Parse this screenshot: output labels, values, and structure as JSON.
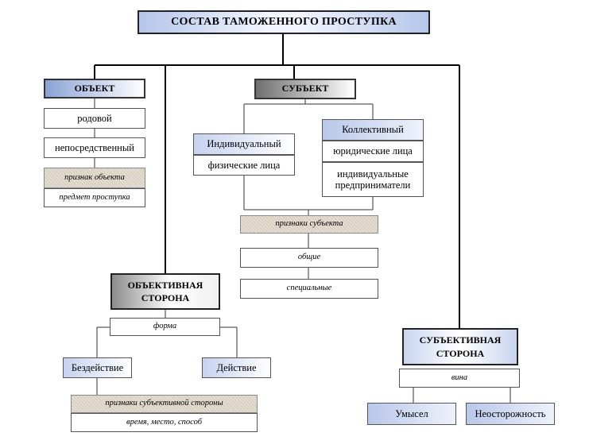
{
  "title": "СОСТАВ ТАМОЖЕННОГО ПРОСТУПКА",
  "object": {
    "header": "ОБЪЕКТ",
    "items": [
      "родовой",
      "непосредственный"
    ],
    "feature_label": "признак объекта",
    "feature_value": "предмет проступка"
  },
  "subject": {
    "header": "СУБЪЕКТ",
    "individual": {
      "header": "Индивидуальный",
      "item": "физические лица"
    },
    "collective": {
      "header": "Коллективный",
      "items": [
        "юридические лица",
        "индивидуальные предприниматели"
      ]
    },
    "feature_label": "признаки субъекта",
    "feature_items": [
      "общие",
      "специальные"
    ]
  },
  "objective_side": {
    "header": "ОБЪЕКТИВНАЯ СТОРОНА",
    "form_label": "форма",
    "forms": [
      "Бездействие",
      "Действие"
    ],
    "feature_label": "признаки субъективной стороны",
    "feature_value": "время, место, способ"
  },
  "subjective_side": {
    "header": "СУБЪЕКТИВНАЯ СТОРОНА",
    "guilt_label": "вина",
    "forms": [
      "Умысел",
      "Неосторожность"
    ]
  }
}
